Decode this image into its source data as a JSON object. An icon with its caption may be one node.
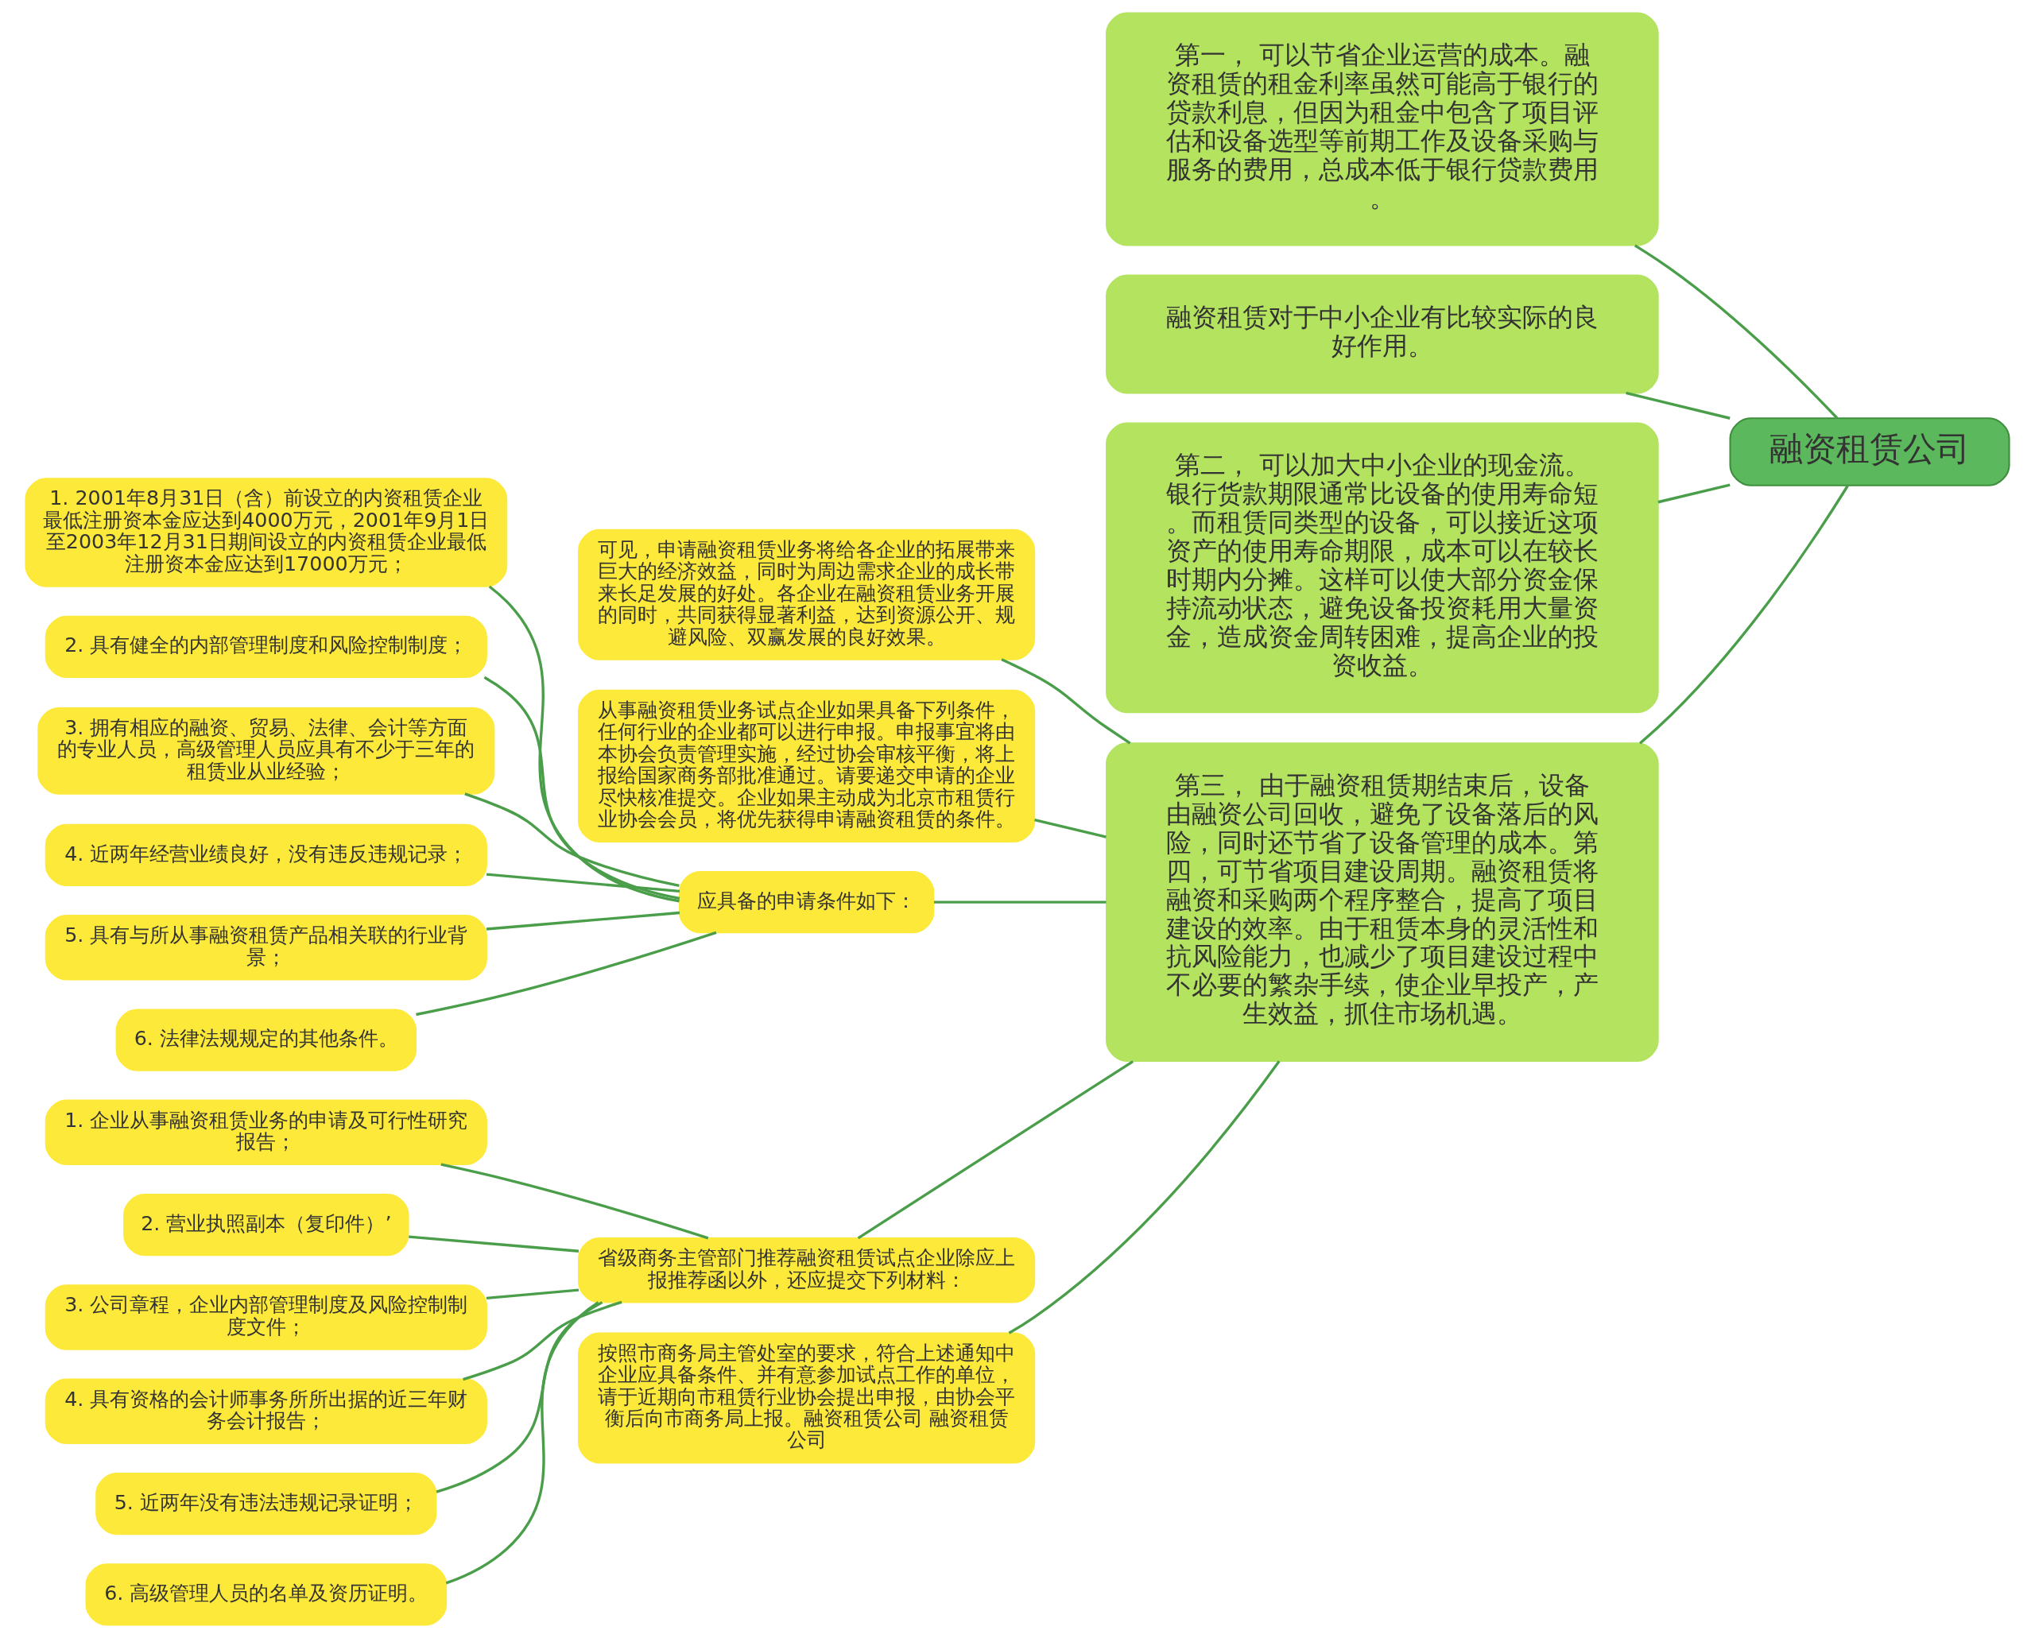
{
  "diagram": {
    "nodes": [
      {
        "text": [
          "融资租赁公司"
        ]
      },
      {
        "text": [
          "第一， 可以节省企业运营的成本。融资租赁的租金利率虽然可能高于银行的贷款利息，但因为租金中包含了项目评估和设备选型等前期工作及设备采购与服务的费用，总成本低于银行贷款费用。"
        ]
      },
      {
        "text": [
          "融资租赁对于中小企业有比较实际的良好作用。"
        ]
      },
      {
        "text": [
          "第二， 可以加大中小企业的现金流。银行货款期限通常比设备的使用寿命短。而租赁同类型的设备，可以接近这项资产的使用寿命期限，成本可以在较长时期内分摊。这样可以使大部分资金保持流动状态，避免设备投资耗用大量资金，造成资金周转困难，提高企业的投资收益。"
        ]
      },
      {
        "text": [
          "第三， 由于融资租赁期结束后，设备由融资公司回收，避免了设备落后的风险，同时还节省了设备管理的成本。第四，可节省项目建设周期。融资租赁将融资和采购两个程序整合，提高了项目建设的效率。由于租赁本身的灵活性和抗风险能力，也减少了项目建设过程中不必要的繁杂手续，使企业早投产，产生效益，抓住市场机遇。"
        ]
      },
      {
        "text": [
          "可见，申请融资租赁业务将给各企业的拓展带来巨大的经济效益，同时为周边需求企业的成长带来长足发展的好处。各企业在融资租赁业务开展的同时，共同获得显著利益，达到资源公开、规避风险、双赢发展的良好效果。"
        ]
      },
      {
        "text": [
          "从事融资租赁业务试点企业如果具备下列条件，任何行业的企业都可以进行申报。申报事宜将由本协会负责管理实施，经过协会审核平衡，将上报给国家商务部批准通过。请要递交申请的企业尽快核准提交。企业如果主动成为北京市租赁行业协会会员，将优先获得申请融资租赁的条件。"
        ]
      },
      {
        "text": [
          "应具备的申请条件如下："
        ]
      },
      {
        "text": [
          "1. 2001年8月31日（含）前设立的内资租赁企业最低注册资本金应达到4000万元，2001年9月1日至2003年12月31日期间设立的内资租赁企业最低注册资本金应达到17000万元；"
        ]
      },
      {
        "text": [
          "2. 具有健全的内部管理制度和风险控制制度；"
        ]
      },
      {
        "text": [
          "3. 拥有相应的融资、贸易、法律、会计等方面的专业人员，高级管理人员应具有不少于三年的租赁业从业经验；"
        ]
      },
      {
        "text": [
          "4. 近两年经营业绩良好，没有违反违规记录；"
        ]
      },
      {
        "text": [
          "5. 具有与所从事融资租赁产品相关联的行业背景；"
        ]
      },
      {
        "text": [
          "6. 法律法规规定的其他条件。"
        ]
      },
      {
        "text": [
          "省级商务主管部门推荐融资租赁试点企业除应上报推荐函以外，还应提交下列材料："
        ]
      },
      {
        "text": [
          "1. 企业从事融资租赁业务的申请及可行性研究报告；"
        ]
      },
      {
        "text": [
          "2. 营业执照副本（复印件）’"
        ]
      },
      {
        "text": [
          "3. 公司章程，企业内部管理制度及风险控制制度文件；"
        ]
      },
      {
        "text": [
          "4. 具有资格的会计师事务所所出据的近三年财务会计报告；"
        ]
      },
      {
        "text": [
          "5. 近两年没有违法违规记录证明；"
        ]
      },
      {
        "text": [
          "6. 高级管理人员的名单及资历证明。"
        ]
      },
      {
        "text": [
          "按照市商务局主管处室的要求，符合上述通知中企业应具备条件、并有意参加试点工作的单位，请于近期向市租赁行业协会提出申报，由协会平衡后向市商务局上报。融资租赁公司 融资租赁公司"
        ]
      }
    ],
    "edges": [
      {
        "from": 0,
        "to": 1,
        "arrow": "none"
      },
      {
        "from": 0,
        "to": 2,
        "arrow": "none"
      },
      {
        "from": 0,
        "to": 3,
        "arrow": "none"
      },
      {
        "from": 0,
        "to": 4,
        "arrow": "none"
      },
      {
        "from": 4,
        "to": 5,
        "arrow": "none"
      },
      {
        "from": 4,
        "to": 6,
        "arrow": "none"
      },
      {
        "from": 4,
        "to": 7,
        "arrow": "none"
      },
      {
        "from": 7,
        "to": 8,
        "arrow": "none"
      },
      {
        "from": 7,
        "to": 9,
        "arrow": "none"
      },
      {
        "from": 7,
        "to": 10,
        "arrow": "none"
      },
      {
        "from": 7,
        "to": 11,
        "arrow": "none"
      },
      {
        "from": 7,
        "to": 12,
        "arrow": "none"
      },
      {
        "from": 7,
        "to": 13,
        "arrow": "none"
      },
      {
        "from": 4,
        "to": 14,
        "arrow": "none"
      },
      {
        "from": 14,
        "to": 15,
        "arrow": "none"
      },
      {
        "from": 14,
        "to": 16,
        "arrow": "none"
      },
      {
        "from": 14,
        "to": 17,
        "arrow": "none"
      },
      {
        "from": 14,
        "to": 18,
        "arrow": "none"
      },
      {
        "from": 14,
        "to": 19,
        "arrow": "none"
      },
      {
        "from": 14,
        "to": 20,
        "arrow": "none"
      },
      {
        "from": 4,
        "to": 21,
        "arrow": "none"
      }
    ]
  }
}
